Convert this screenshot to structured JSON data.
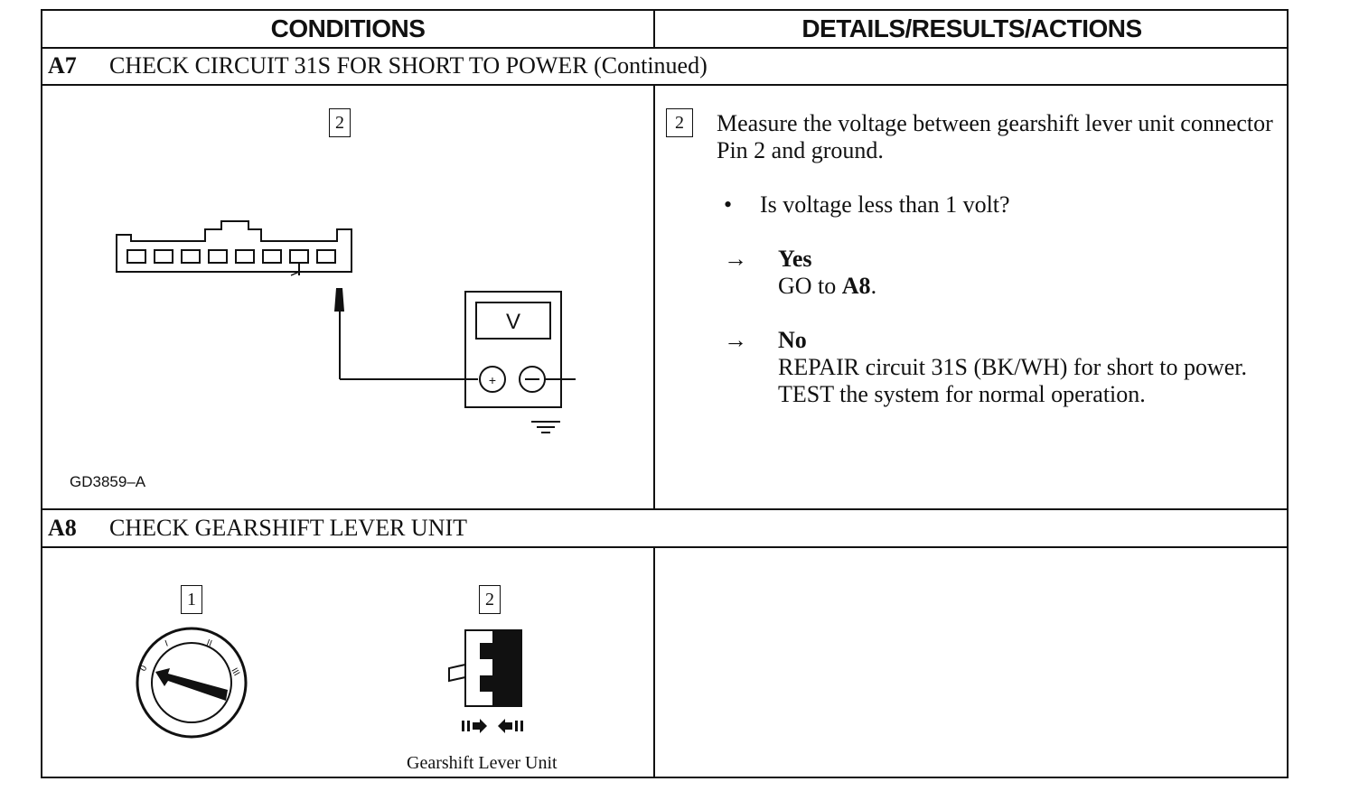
{
  "header": {
    "conditions": "CONDITIONS",
    "details": "DETAILS/RESULTS/ACTIONS"
  },
  "a7": {
    "id": "A7",
    "title": "CHECK CIRCUIT 31S FOR SHORT TO POWER (Continued)",
    "figure_step": "2",
    "meter_label": "V",
    "plus": "+",
    "figure_id": "GD3859–A",
    "step": "2",
    "instruction": "Measure the voltage between gearshift lever unit connector Pin 2 and ground.",
    "bullet": "•",
    "question": "Is voltage less than 1 volt?",
    "arrow": "→",
    "yes_label": "Yes",
    "yes_action_prefix": "GO to ",
    "yes_action_target": "A8",
    "yes_action_suffix": ".",
    "no_label": "No",
    "no_action": "REPAIR circuit 31S (BK/WH) for short to power. TEST the system for normal operation."
  },
  "a8": {
    "id": "A8",
    "title": "CHECK GEARSHIFT LEVER UNIT",
    "figure1_step": "1",
    "figure2_step": "2",
    "ignition_marks": [
      "0",
      "I",
      "II",
      "III"
    ],
    "caption": "Gearshift Lever Unit"
  }
}
